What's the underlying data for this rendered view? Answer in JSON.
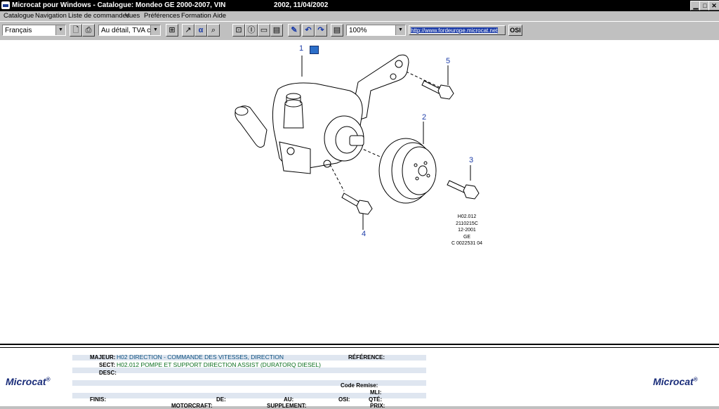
{
  "titlebar": {
    "title": "Microcat pour Windows - Catalogue: Mondeo GE 2000-2007, VIN",
    "date": "2002, 11/04/2002",
    "min": "▁",
    "max": "□",
    "close": "✕"
  },
  "menu": {
    "catalogue": "Catalogue",
    "navigation": "Navigation",
    "liste": "Liste de commandes",
    "vues": "Vues",
    "preferences": "Préférences",
    "formation": "Formation",
    "aide": "Aide"
  },
  "toolbar": {
    "language": "Français",
    "price_mode": "Au détail, TVA c",
    "zoom": "100%",
    "url": "http://www.fordeurope.microcat.net",
    "osi": "OSI",
    "combo_arrow": "▼",
    "icons": {
      "preview": "🗋",
      "print": "⎙",
      "calc": "⊞",
      "find_part": "↗",
      "alpha": "α",
      "search": "⌕",
      "toc": "⊡",
      "index": "Ⓘ",
      "screen": "▭",
      "book": "▤",
      "pen": "✎",
      "back": "↶",
      "forward": "↷",
      "notes": "▤"
    }
  },
  "diagram": {
    "callouts": [
      "1",
      "2",
      "3",
      "4",
      "5"
    ],
    "ref_lines": [
      "H02.012",
      "2110215C",
      "12-2001",
      "GE",
      "C 0022531 04"
    ]
  },
  "info": {
    "logo": "Microcat",
    "logo_mark": "®",
    "majeur_label": "MAJEUR:",
    "majeur_value": "H02  DIRECTION - COMMANDE DES VITESSES, DIRECTION",
    "reference_label": "RÉFÉRENCE:",
    "sect_label": "SECT:",
    "sect_value": "H02.012    POMPE ET SUPPORT DIRECTION ASSIST (DURATORQ DIESEL)",
    "desc_label": "DESC:",
    "code_remise_label": "Code Remise:",
    "mli_label": "MLI:",
    "finis_label": "FINIS:",
    "de_label": "DE:",
    "au_label": "AU:",
    "osi_label": "OSI:",
    "qte_label": "QTÉ:",
    "motorcraft_label": "MOTORCRAFT:",
    "supplement_label": "SUPPLEMENT:",
    "prix_label": "PRIX:"
  }
}
